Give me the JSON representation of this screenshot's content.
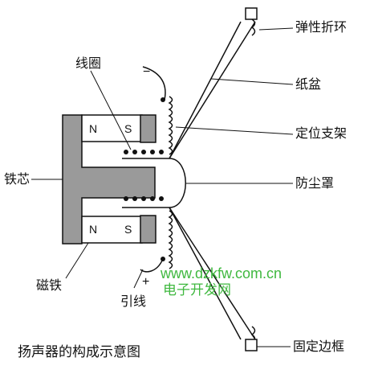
{
  "caption": "扬声器的构成示意图",
  "labels": {
    "surround": "弹性折环",
    "cone": "纸盆",
    "spider": "定位支架",
    "dust_cap": "防尘罩",
    "frame": "固定边框",
    "coil": "线圈",
    "core": "铁芯",
    "magnet": "磁铁",
    "lead": "引线"
  },
  "poles": {
    "top_n": "N",
    "top_s": "S",
    "bottom_n": "N",
    "bottom_s": "S"
  },
  "signs": {
    "minus": "−",
    "plus": "+"
  },
  "watermark": {
    "url": "www.dzkfw.com.cn",
    "site": "电子开发网"
  },
  "colors": {
    "core": "#9a9a9a",
    "line": "#111111",
    "watermark": "#3fb83f"
  }
}
